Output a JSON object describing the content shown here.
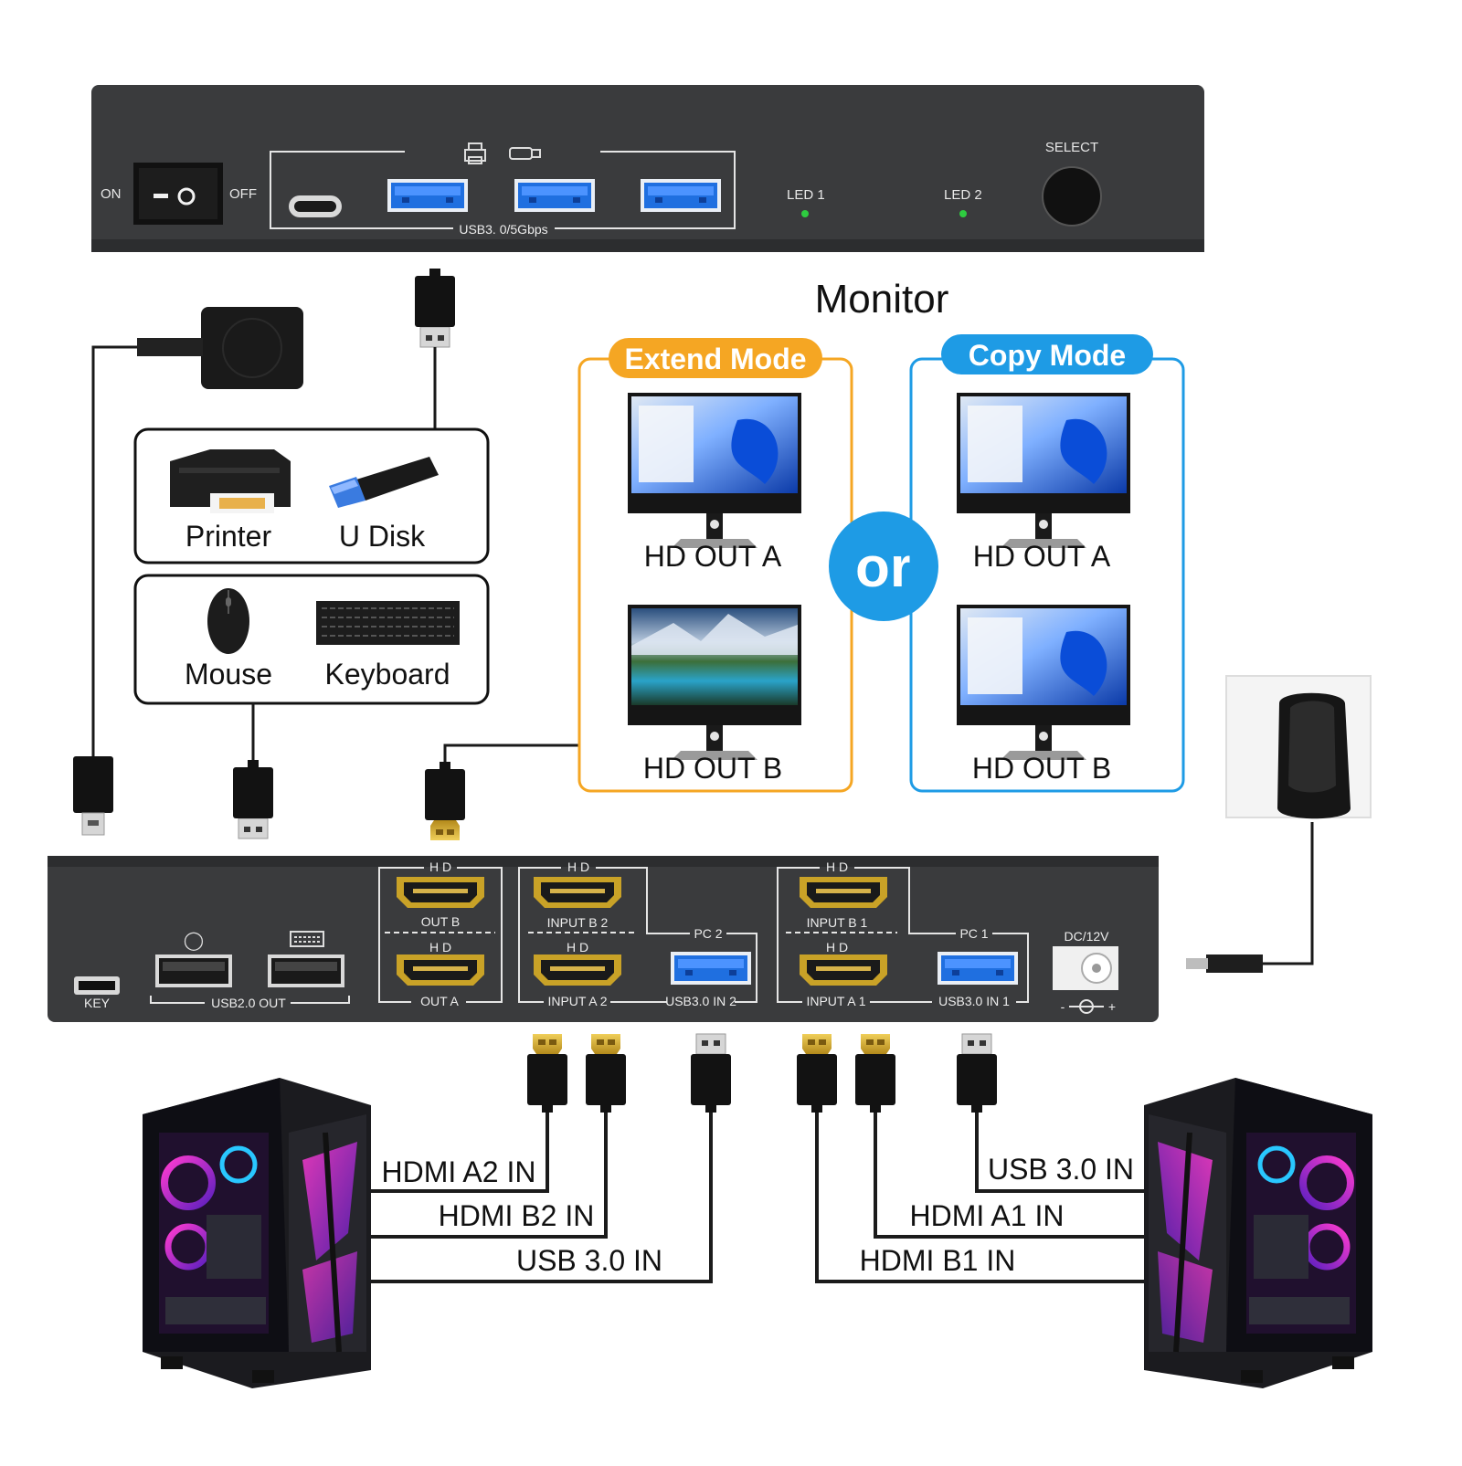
{
  "front_panel": {
    "on_label": "ON",
    "off_label": "OFF",
    "usb_speed_label": "USB3. 0/5Gbps",
    "led1_label": "LED 1",
    "led2_label": "LED 2",
    "select_label": "SELECT",
    "led_color": "#2ecc40"
  },
  "monitor": {
    "title": "Monitor",
    "or_label": "or",
    "extend": {
      "title": "Extend Mode",
      "out_a": "HD OUT A",
      "out_b": "HD OUT B",
      "color": "#f5a623"
    },
    "copy": {
      "title": "Copy Mode",
      "out_a": "HD OUT A",
      "out_b": "HD OUT B",
      "color": "#1e9be5"
    }
  },
  "peripherals": {
    "printer": "Printer",
    "udisk": "U Disk",
    "mouse": "Mouse",
    "keyboard": "Keyboard"
  },
  "rear_panel": {
    "key_label": "KEY",
    "usb2_out_label": "USB2.0 OUT",
    "hd": "H D",
    "out_b": "OUT B",
    "out_a": "OUT A",
    "input_b2": "INPUT B 2",
    "input_a2": "INPUT A 2",
    "pc2": "PC 2",
    "usb3_in2": "USB3.0 IN 2",
    "input_b1": "INPUT B 1",
    "input_a1": "INPUT A 1",
    "pc1": "PC 1",
    "usb3_in1": "USB3.0 IN 1",
    "dc_label": "DC/12V",
    "polarity_minus": "-",
    "polarity_plus": "+"
  },
  "pc_left": {
    "hdmi_a2": "HDMI A2 IN",
    "hdmi_b2": "HDMI B2 IN",
    "usb3": "USB 3.0 IN"
  },
  "pc_right": {
    "usb3": "USB 3.0 IN",
    "hdmi_a1": "HDMI A1 IN",
    "hdmi_b1": "HDMI B1 IN"
  },
  "colors": {
    "panel": "#3a3b3d",
    "usb3_blue": "#1f6fe0",
    "hdmi_gold": "#c9a227"
  }
}
